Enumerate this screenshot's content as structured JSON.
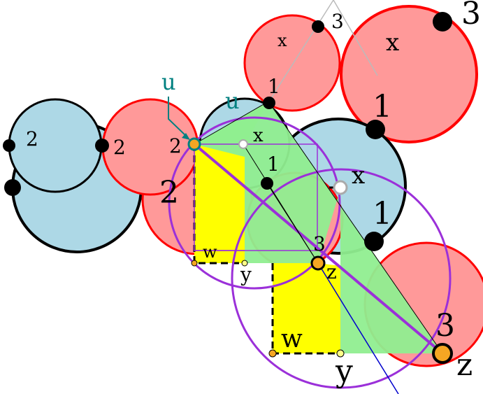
{
  "labels": {
    "u_teal": "u",
    "u_teal_partial": "u",
    "x_top": "x",
    "three_top_small": "3",
    "x_top_big": "x",
    "three_top_big": "3",
    "one_small_a": "1",
    "one_big_a": "1",
    "x_mid_small": "x",
    "two_left_a": "2",
    "two_left_b": "2",
    "two_mid": "2",
    "two_big_mid": "2",
    "one_small_b": "1",
    "x_mid_big": "x",
    "one_big_b": "1",
    "w_small": "w",
    "three_small": "3",
    "y_small": "y",
    "z_small": "z",
    "three_big": "3",
    "w_big": "w",
    "y_big": "y",
    "z_big": "z"
  },
  "colors": {
    "blue_disk": "#add8e6",
    "red_disk": "#ff9999",
    "red_stroke": "#ff0000",
    "green_fill": "#90ee90",
    "yellow_fill": "#ffff00",
    "purple": "#9b30d9",
    "teal": "#008080",
    "orange": "#f5a623",
    "blue_line": "#0000cc",
    "gray_line": "#bbbbbb"
  }
}
